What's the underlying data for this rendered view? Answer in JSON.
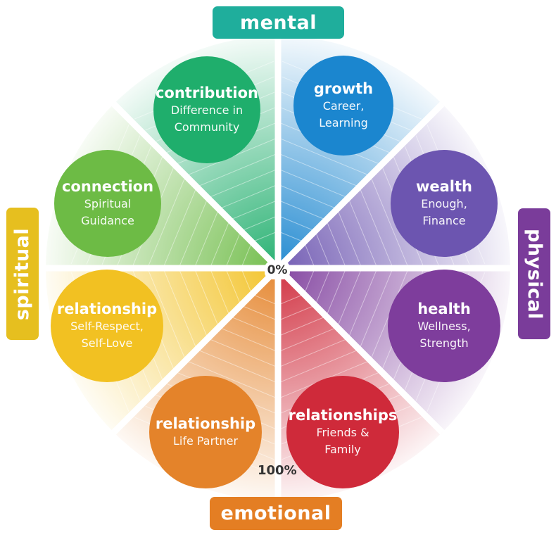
{
  "tabs": {
    "mental": "mental",
    "physical": "physical",
    "emotional": "emotional",
    "spiritual": "spiritual"
  },
  "scale": {
    "center": "0%",
    "outer": "100%"
  },
  "segments": [
    {
      "title": "growth",
      "sub1": "Career,",
      "sub2": "Learning",
      "color": "#1b86cf"
    },
    {
      "title": "wealth",
      "sub1": "Enough,",
      "sub2": "Finance",
      "color": "#6c55b0"
    },
    {
      "title": "health",
      "sub1": "Wellness,",
      "sub2": "Strength",
      "color": "#7e3d9c"
    },
    {
      "title": "relationships",
      "sub1": "Friends &",
      "sub2": "Family",
      "color": "#cf2a3a"
    },
    {
      "title": "relationship",
      "sub1": "Life Partner",
      "sub2": "",
      "color": "#e4832a"
    },
    {
      "title": "relationship",
      "sub1": "Self-Respect,",
      "sub2": "Self-Love",
      "color": "#f2c122"
    },
    {
      "title": "connection",
      "sub1": "Spiritual",
      "sub2": "Guidance",
      "color": "#6dbb45"
    },
    {
      "title": "contribution",
      "sub1": "Difference in",
      "sub2": "Community",
      "color": "#1fae6c"
    }
  ],
  "tab_colors": {
    "mental": "#1fae9c",
    "physical": "#7a3c9a",
    "emotional": "#e47e23",
    "spiritual": "#e6bf1f"
  }
}
